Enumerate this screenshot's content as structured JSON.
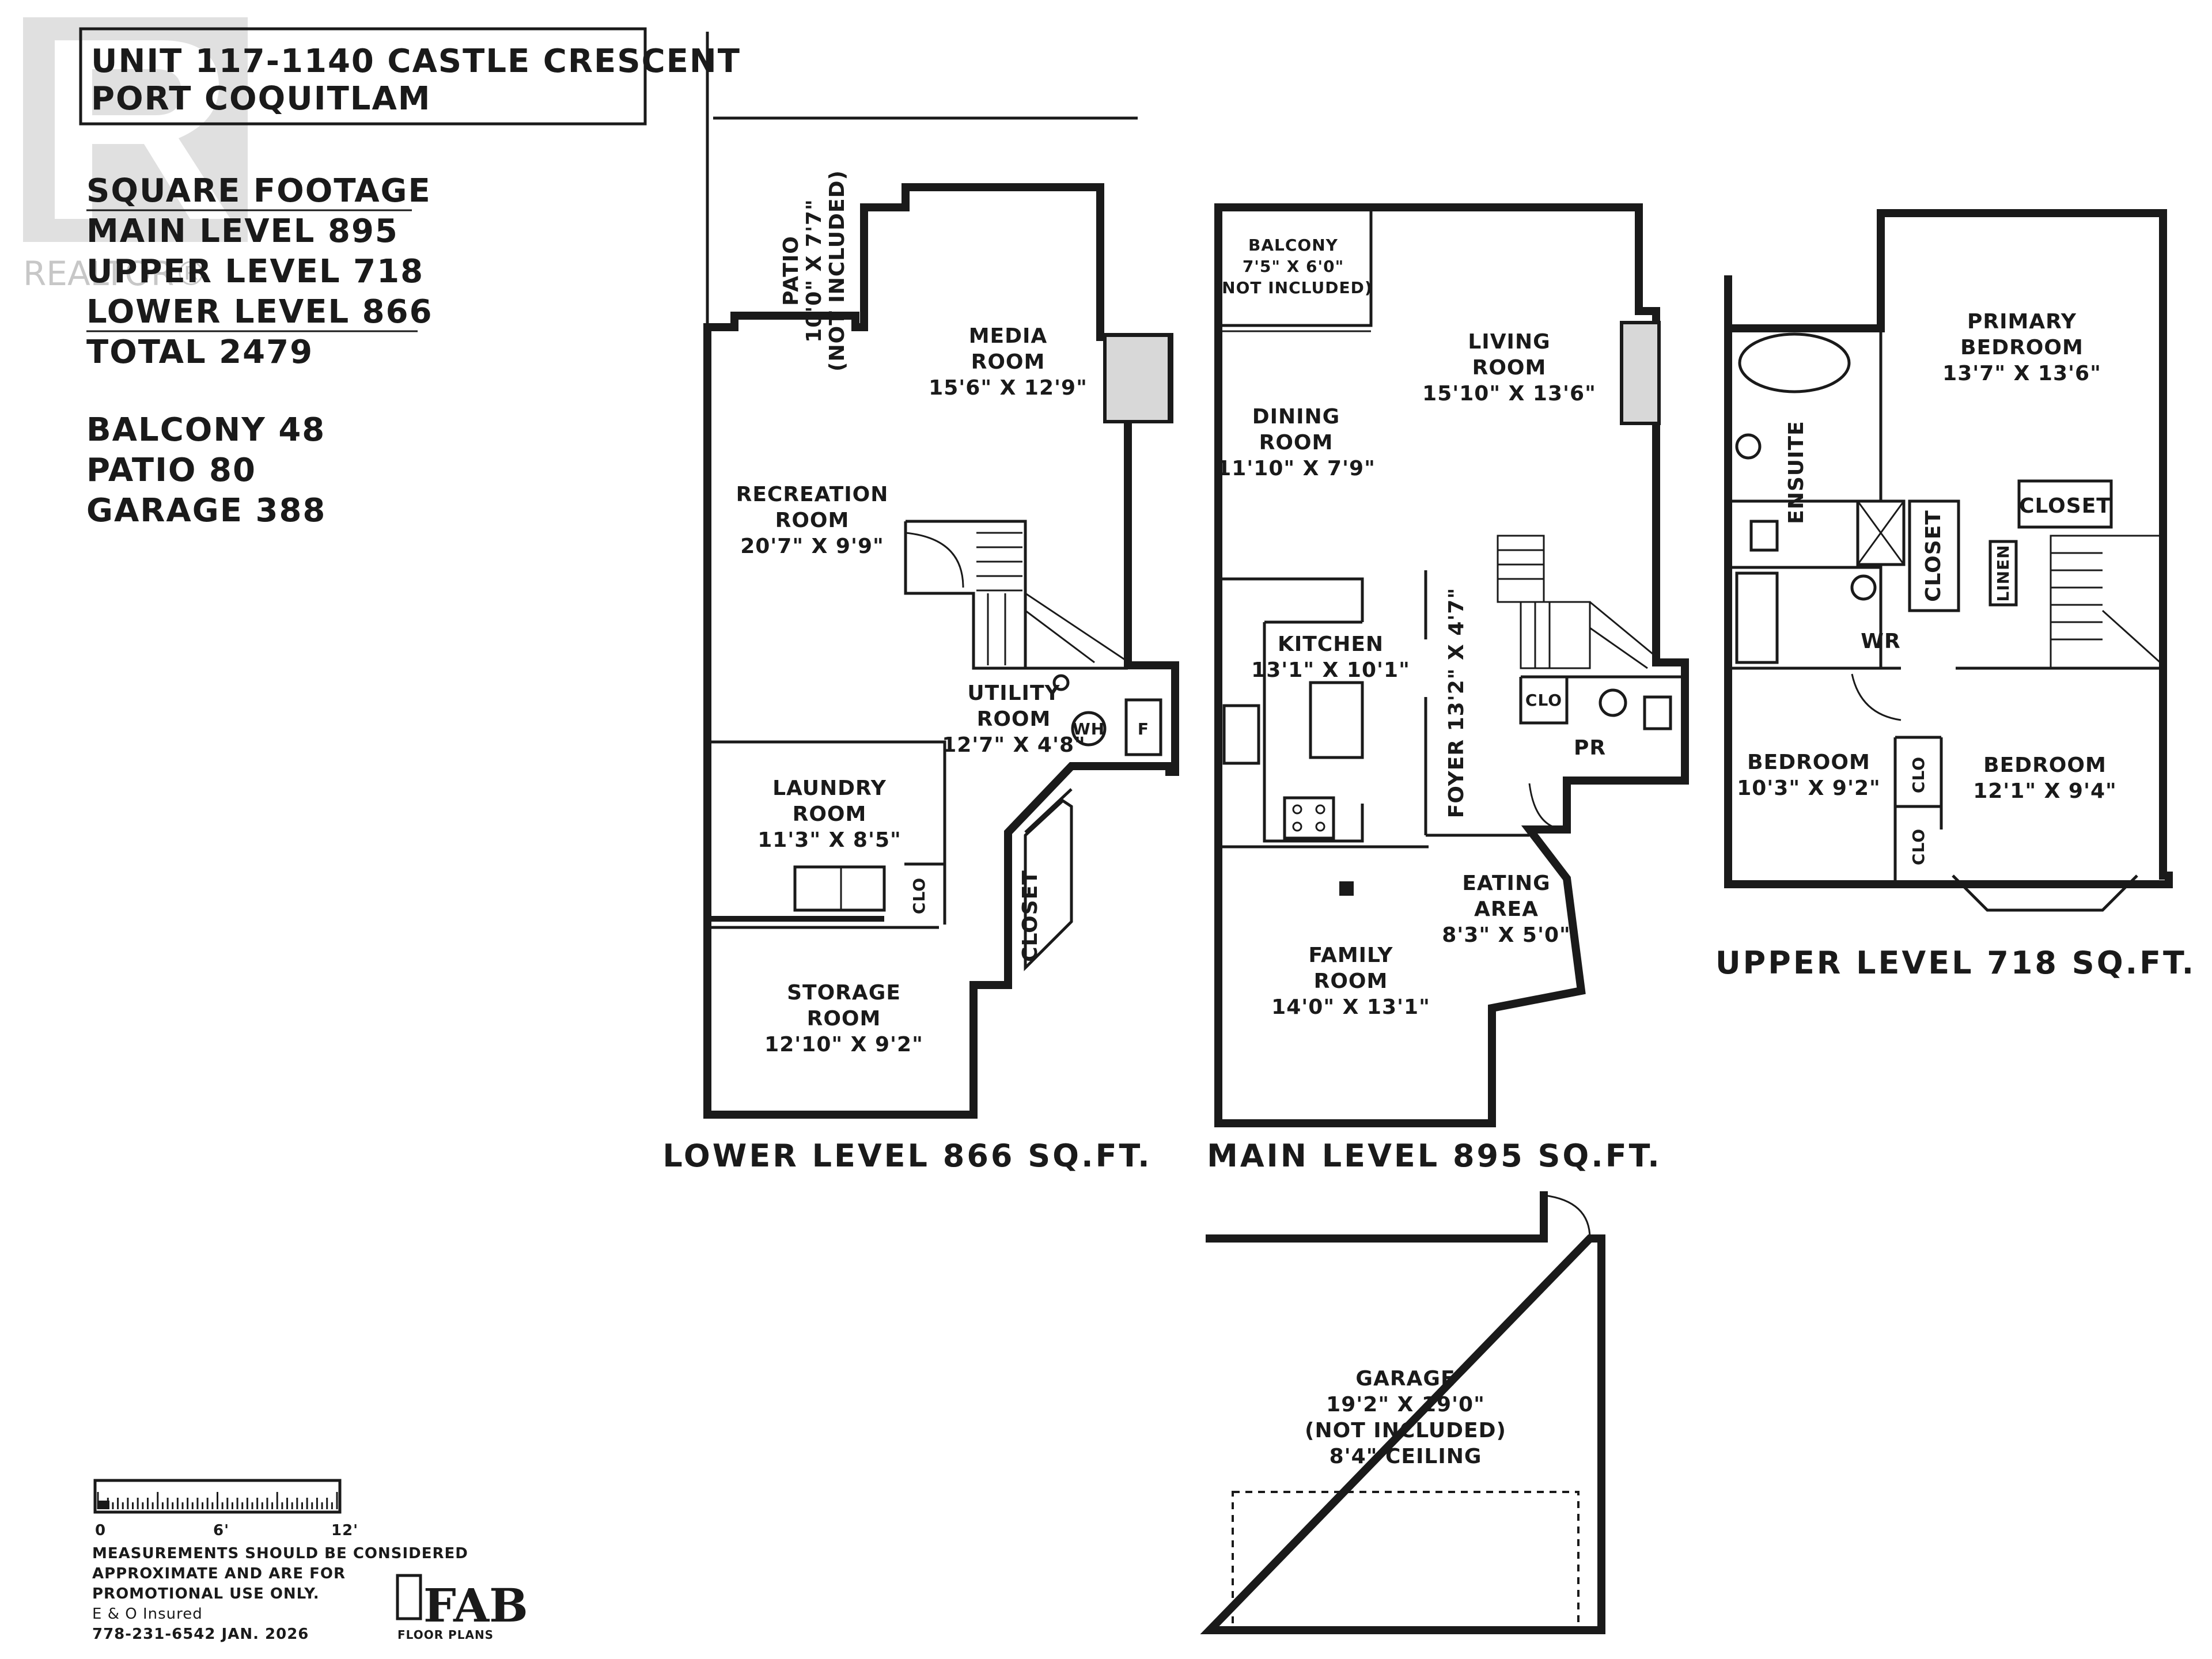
{
  "header": {
    "line1": "UNIT 117-1140 CASTLE CRESCENT",
    "line2": "PORT COQUITLAM"
  },
  "square_footage": {
    "title": "SQUARE FOOTAGE",
    "main": "MAIN LEVEL 895",
    "upper": "UPPER LEVEL 718",
    "lower": "LOWER LEVEL 866",
    "total": "TOTAL 2479",
    "balcony": "BALCONY 48",
    "patio": "PATIO 80",
    "garage": "GARAGE 388"
  },
  "watermark": "REALTOR®",
  "lower": {
    "caption": "LOWER LEVEL 866 SQ.FT.",
    "patio": [
      "PATIO",
      "10'0\" X 7'7\"",
      "(NOT INCLUDED)"
    ],
    "media": [
      "MEDIA",
      "ROOM",
      "15'6\" X 12'9\""
    ],
    "recreation": [
      "RECREATION",
      "ROOM",
      "20'7\" X 9'9\""
    ],
    "utility": [
      "UTILITY",
      "ROOM",
      "12'7\" X 4'8\""
    ],
    "laundry": [
      "LAUNDRY",
      "ROOM",
      "11'3\" X 8'5\""
    ],
    "storage": [
      "STORAGE",
      "ROOM",
      "12'10\" X 9'2\""
    ],
    "closet": "CLOSET",
    "clo": "CLO",
    "wh": "WH",
    "f": "F"
  },
  "main": {
    "caption": "MAIN LEVEL 895 SQ.FT.",
    "balcony": [
      "BALCONY",
      "7'5\" X 6'0\"",
      "(NOT INCLUDED)"
    ],
    "living": [
      "LIVING",
      "ROOM",
      "15'10\" X 13'6\""
    ],
    "dining": [
      "DINING",
      "ROOM",
      "11'10\" X 7'9\""
    ],
    "kitchen": [
      "KITCHEN",
      "13'1\" X 10'1\""
    ],
    "foyer": "FOYER 13'2\" X 4'7\"",
    "clo": "CLO",
    "pr": "PR",
    "eating": [
      "EATING",
      "AREA",
      "8'3\" X 5'0\""
    ],
    "family": [
      "FAMILY",
      "ROOM",
      "14'0\" X 13'1\""
    ]
  },
  "upper": {
    "caption": "UPPER LEVEL 718 SQ.FT.",
    "primary": [
      "PRIMARY",
      "BEDROOM",
      "13'7\" X 13'6\""
    ],
    "ensuite": "ENSUITE",
    "closet_a": "CLOSET",
    "closet_b": "CLOSET",
    "linen": "LINEN",
    "wr": "WR",
    "bedroom1": [
      "BEDROOM",
      "10'3\" X 9'2\""
    ],
    "bedroom2": [
      "BEDROOM",
      "12'1\" X 9'4\""
    ],
    "clo1": "CLO",
    "clo2": "CLO"
  },
  "garage": [
    "GARAGE",
    "19'2\" X 19'0\"",
    "(NOT INCLUDED)",
    "8'4\" CEILING"
  ],
  "scale": {
    "ticks": [
      "0",
      "6'",
      "12'"
    ]
  },
  "disclaimer": [
    "MEASUREMENTS SHOULD BE CONSIDERED",
    "APPROXIMATE AND ARE FOR",
    "PROMOTIONAL USE ONLY.",
    "E & O Insured",
    "778-231-6542  JAN. 2026"
  ],
  "logo": {
    "mark": "FAB",
    "sub": "FLOOR PLANS"
  }
}
